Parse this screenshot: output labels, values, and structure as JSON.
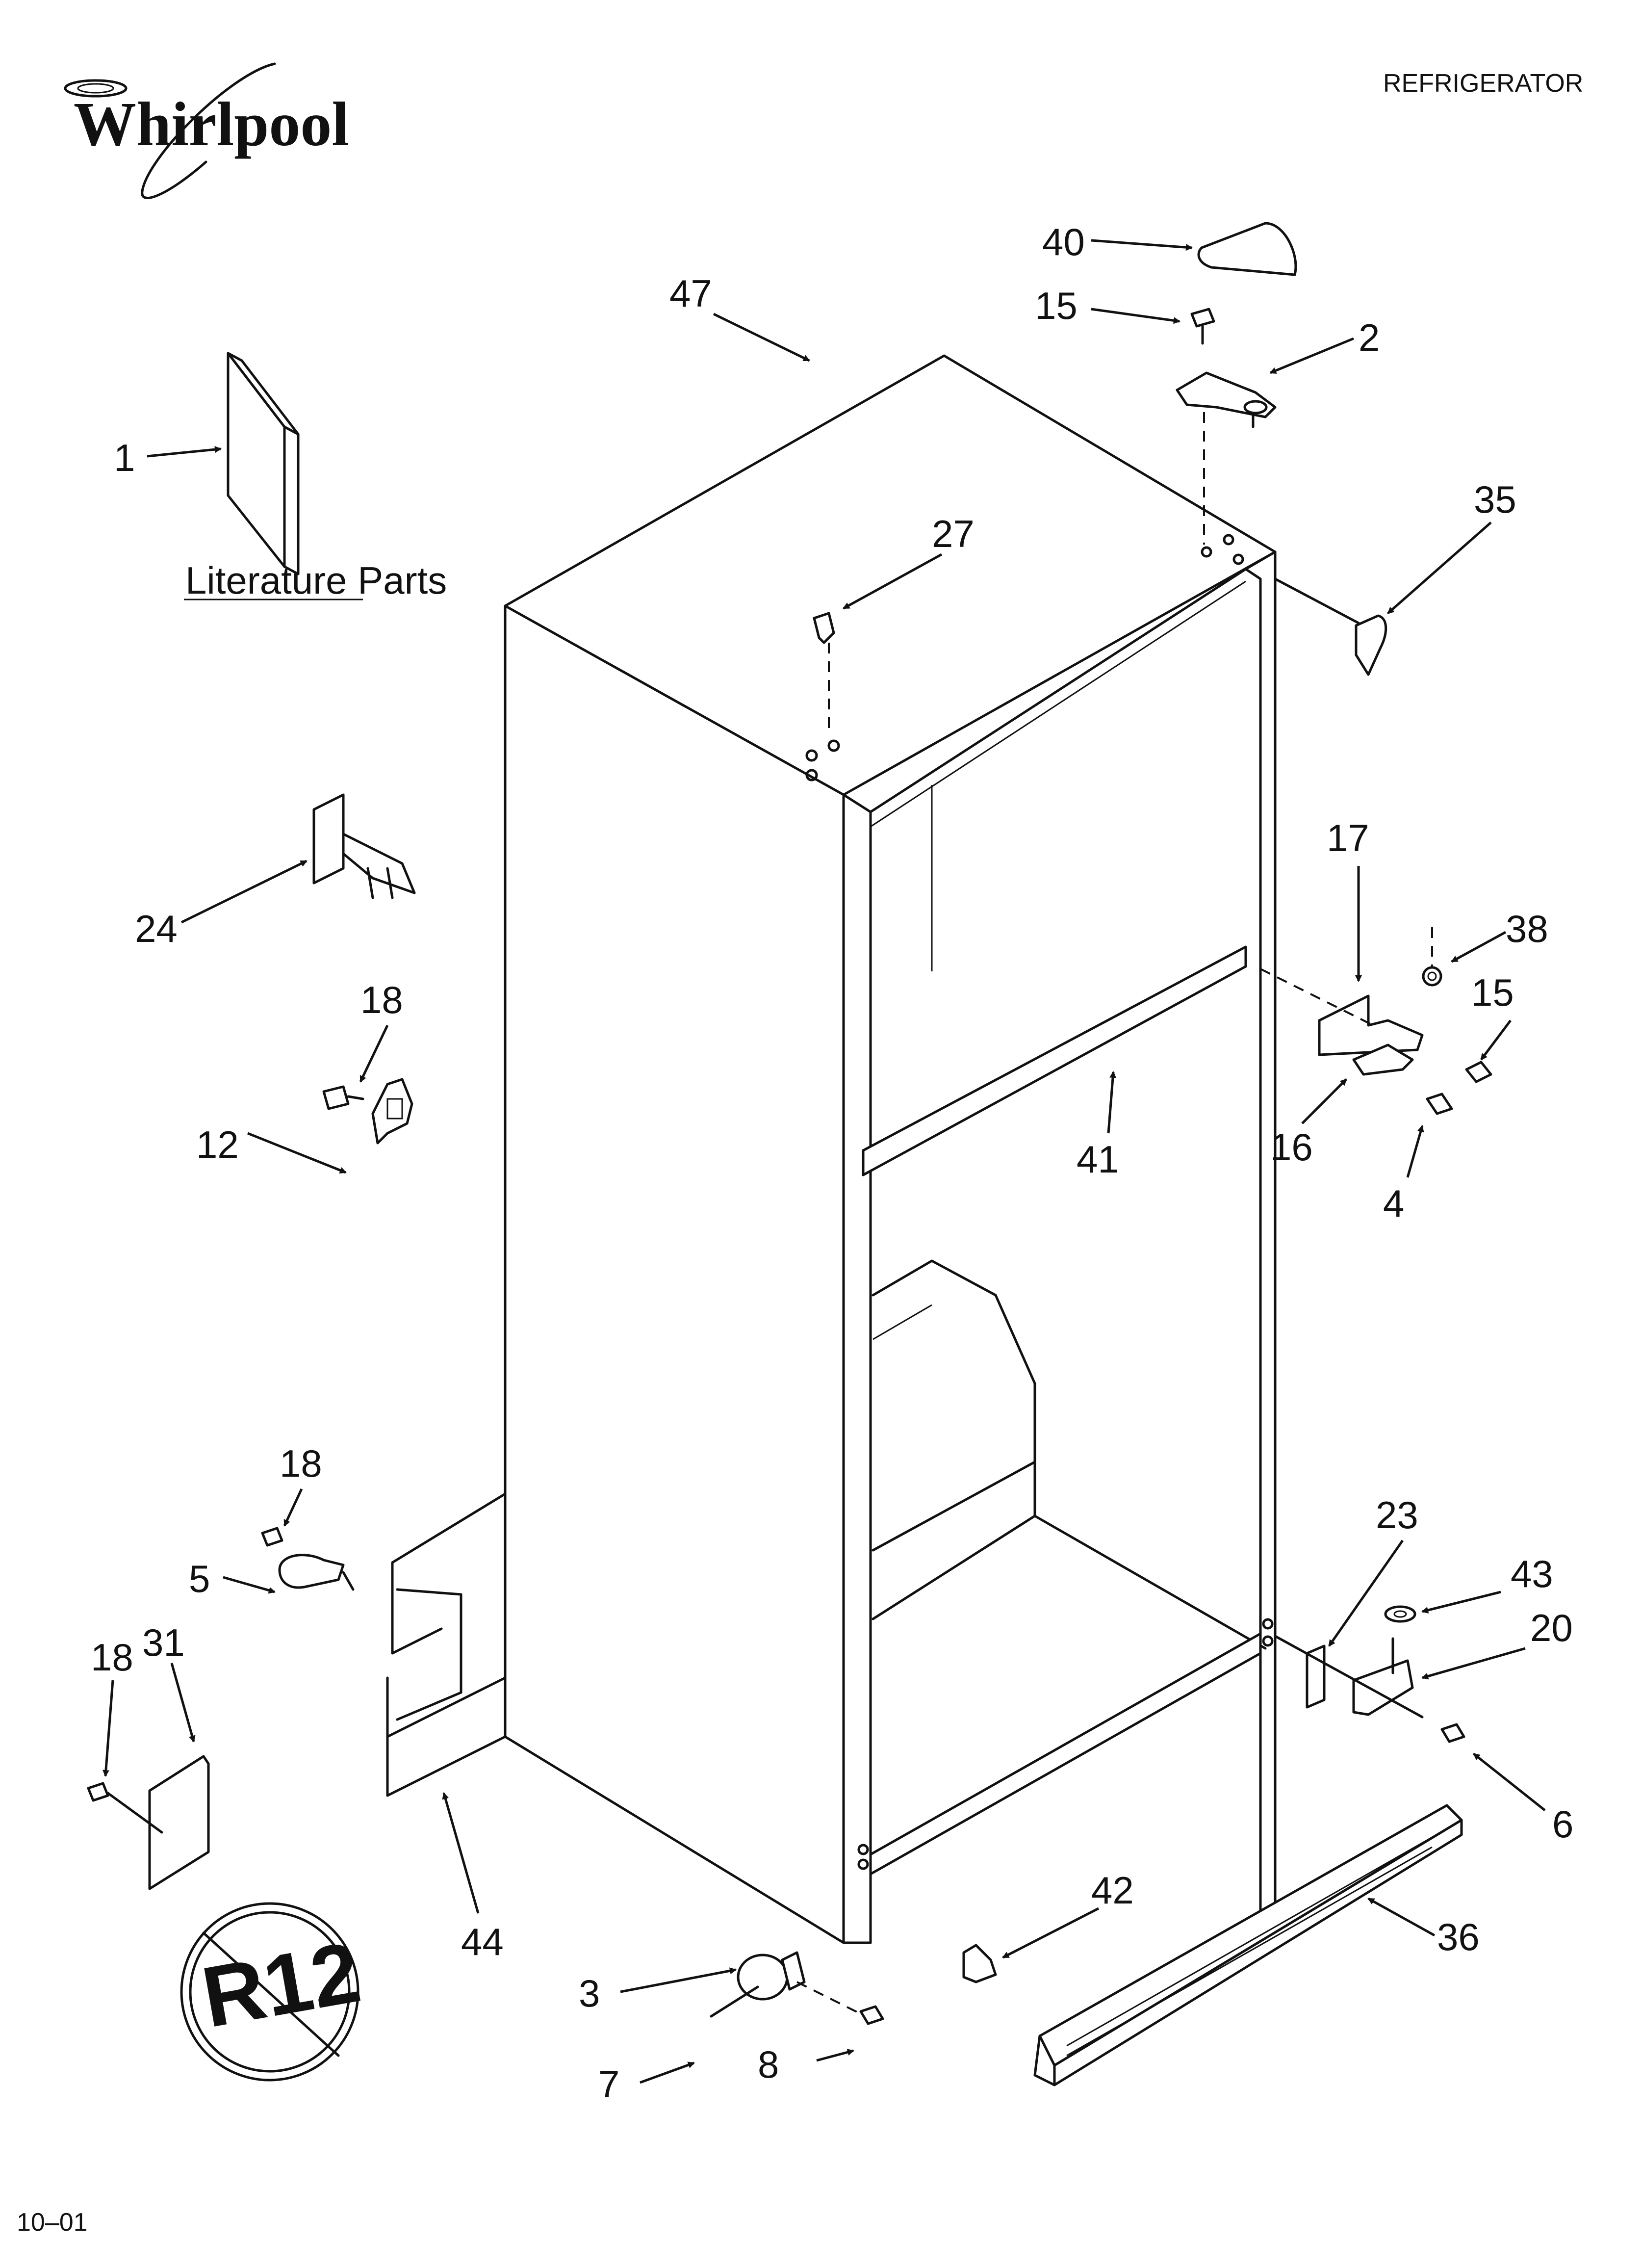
{
  "brand": {
    "logo_text": "Whirlpool"
  },
  "header": {
    "section": "REFRIGERATOR"
  },
  "footer": {
    "code": "10–01"
  },
  "literature_caption": "Literature Parts",
  "r12_badge": "R12",
  "callouts": {
    "c1": "1",
    "c2": "2",
    "c3": "3",
    "c4": "4",
    "c5": "5",
    "c6": "6",
    "c7": "7",
    "c8": "8",
    "c12": "12",
    "c15a": "15",
    "c15b": "15",
    "c16": "16",
    "c17": "17",
    "c18a": "18",
    "c18b": "18",
    "c18c": "18",
    "c20": "20",
    "c23": "23",
    "c24": "24",
    "c27": "27",
    "c31": "31",
    "c35": "35",
    "c36": "36",
    "c38": "38",
    "c40": "40",
    "c41": "41",
    "c42": "42",
    "c43": "43",
    "c44": "44",
    "c47": "47"
  }
}
